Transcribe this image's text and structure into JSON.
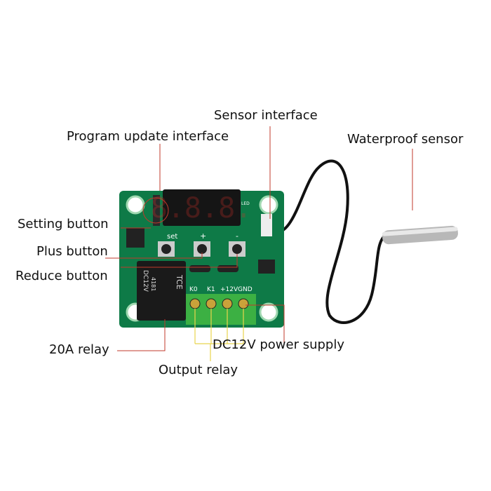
{
  "labels": {
    "sensor_interface": "Sensor interface",
    "program_update_interface": "Program update interface",
    "waterproof_sensor": "Waterproof sensor",
    "setting_button": "Setting button",
    "plus_button": "Plus button",
    "reduce_button": "Reduce button",
    "relay_20a": "20A relay",
    "power_supply": "DC12V power supply",
    "output_relay": "Output relay"
  },
  "board": {
    "display": "8.8.8.",
    "set": "set",
    "plus": "+",
    "minus": "-",
    "terminals": [
      "K0",
      "K1",
      "+12V",
      "GND"
    ],
    "relay_text": [
      "TCE",
      "DC12V",
      "4181"
    ],
    "led": "LED"
  },
  "colors": {
    "pcb": "#0e7a47",
    "leader": "#c0392b",
    "terminal": "#3cb043",
    "digit": "#e0322a",
    "leader_output": "#e8d44d"
  }
}
